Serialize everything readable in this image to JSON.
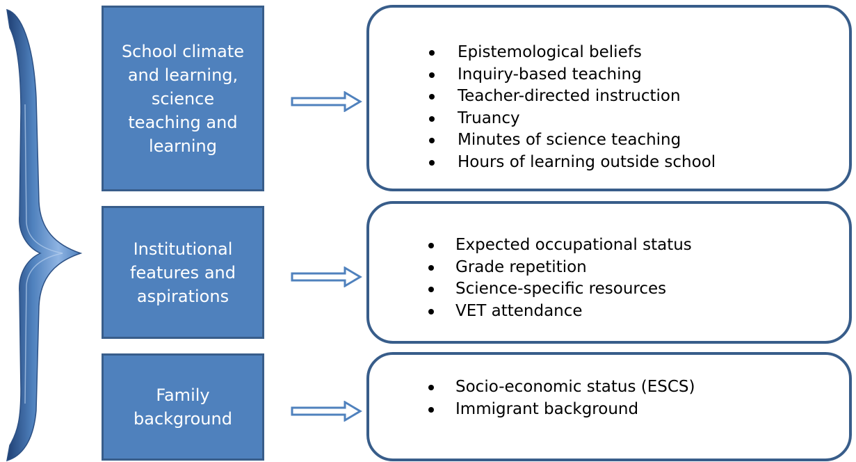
{
  "colors": {
    "category_fill": "#4f81bd",
    "category_border": "#385d8a",
    "category_text": "#ffffff",
    "item_border": "#385d8a",
    "brace": "#4f81bd"
  },
  "categories": [
    {
      "label": "School climate\nand learning,\nscience\nteaching and\nlearning",
      "items": [
        "Epistemological beliefs",
        "Inquiry-based teaching",
        "Teacher-directed instruction",
        "Truancy",
        "Minutes of science teaching",
        "Hours of learning outside school"
      ]
    },
    {
      "label": "Institutional\nfeatures and\naspirations",
      "items": [
        "Expected occupational status",
        "Grade repetition",
        "Science-specific resources",
        "VET attendance"
      ]
    },
    {
      "label": "Family\nbackground",
      "items": [
        "Socio-economic status (ESCS)",
        "Immigrant background"
      ]
    }
  ]
}
